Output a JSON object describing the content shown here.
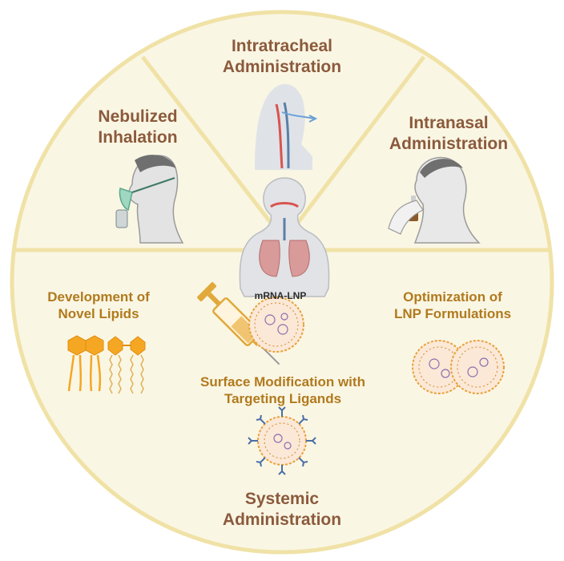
{
  "colors": {
    "background_fill": "#faf6e4",
    "divider": "#f0e2a6",
    "title_text": "#8b5a3c",
    "subtitle_text": "#b07a1e",
    "lipid_orange": "#f5a623",
    "nanoparticle_ring": "#e9a13a"
  },
  "sections": {
    "intratracheal": {
      "line1": "Intratracheal",
      "line2": "Administration",
      "icon": "airway-cross-section-icon"
    },
    "nebulized": {
      "line1": "Nebulized",
      "line2": "Inhalation",
      "icon": "nebulizer-mask-person-icon"
    },
    "intranasal": {
      "line1": "Intranasal",
      "line2": "Administration",
      "icon": "nasal-spray-person-icon"
    },
    "systemic": {
      "line1": "Systemic",
      "line2": "Administration"
    }
  },
  "strategies": {
    "novel_lipids": {
      "line1": "Development of",
      "line2": "Novel Lipids",
      "icon": "lipid-molecules-icon"
    },
    "formulations": {
      "line1": "Optimization of",
      "line2": "LNP Formulations",
      "icon": "lnp-pair-icon"
    },
    "surface_modification": {
      "line1": "Surface Modification with",
      "line2": "Targeting Ligands",
      "icon": "ligand-nanoparticle-icon"
    }
  },
  "center": {
    "label": "mRNA-LNP",
    "icons": [
      "human-torso-lungs-icon",
      "syringe-icon",
      "mrna-lnp-icon"
    ]
  }
}
